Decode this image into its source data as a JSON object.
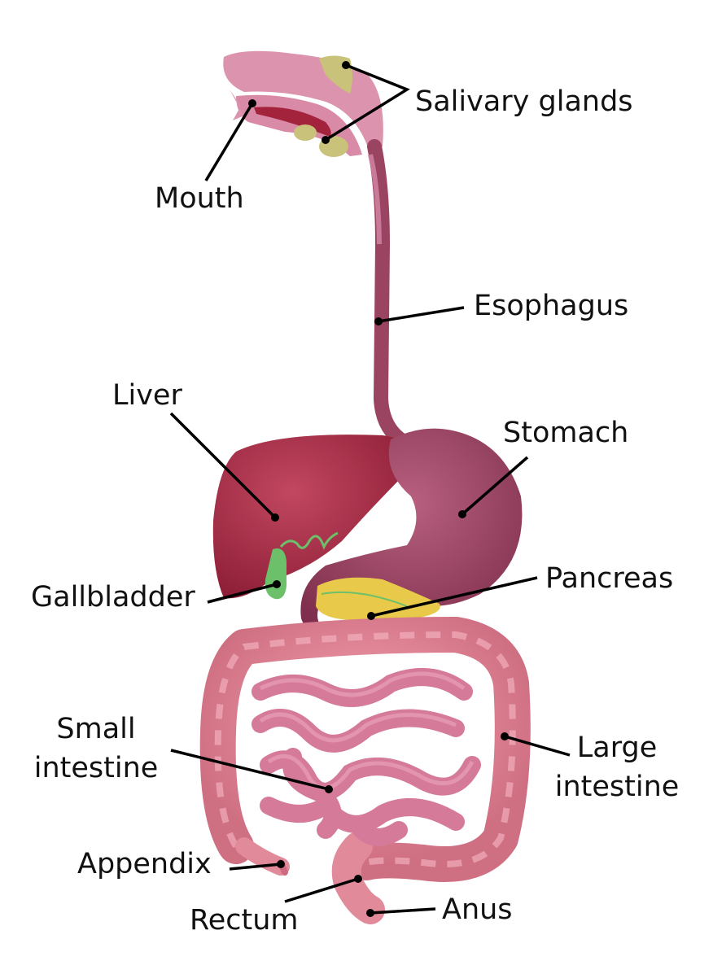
{
  "labels": {
    "salivary_glands": "Salivary glands",
    "mouth": "Mouth",
    "esophagus": "Esophagus",
    "liver": "Liver",
    "stomach": "Stomach",
    "gallbladder": "Gallbladder",
    "pancreas": "Pancreas",
    "small_intestine_1": "Small",
    "small_intestine_2": "intestine",
    "large_intestine_1": "Large",
    "large_intestine_2": "intestine",
    "appendix": "Appendix",
    "rectum": "Rectum",
    "anus": "Anus"
  },
  "colors": {
    "mouth_pink": "#dc93ad",
    "esophagus": "#9b4461",
    "liver": "#a52a45",
    "stomach": "#9c4565",
    "gallbladder": "#6cc06a",
    "pancreas": "#e8c94a",
    "salivary": "#c8c27a",
    "intestine": "#e08a9a",
    "small_intestine": "#d57a98"
  }
}
